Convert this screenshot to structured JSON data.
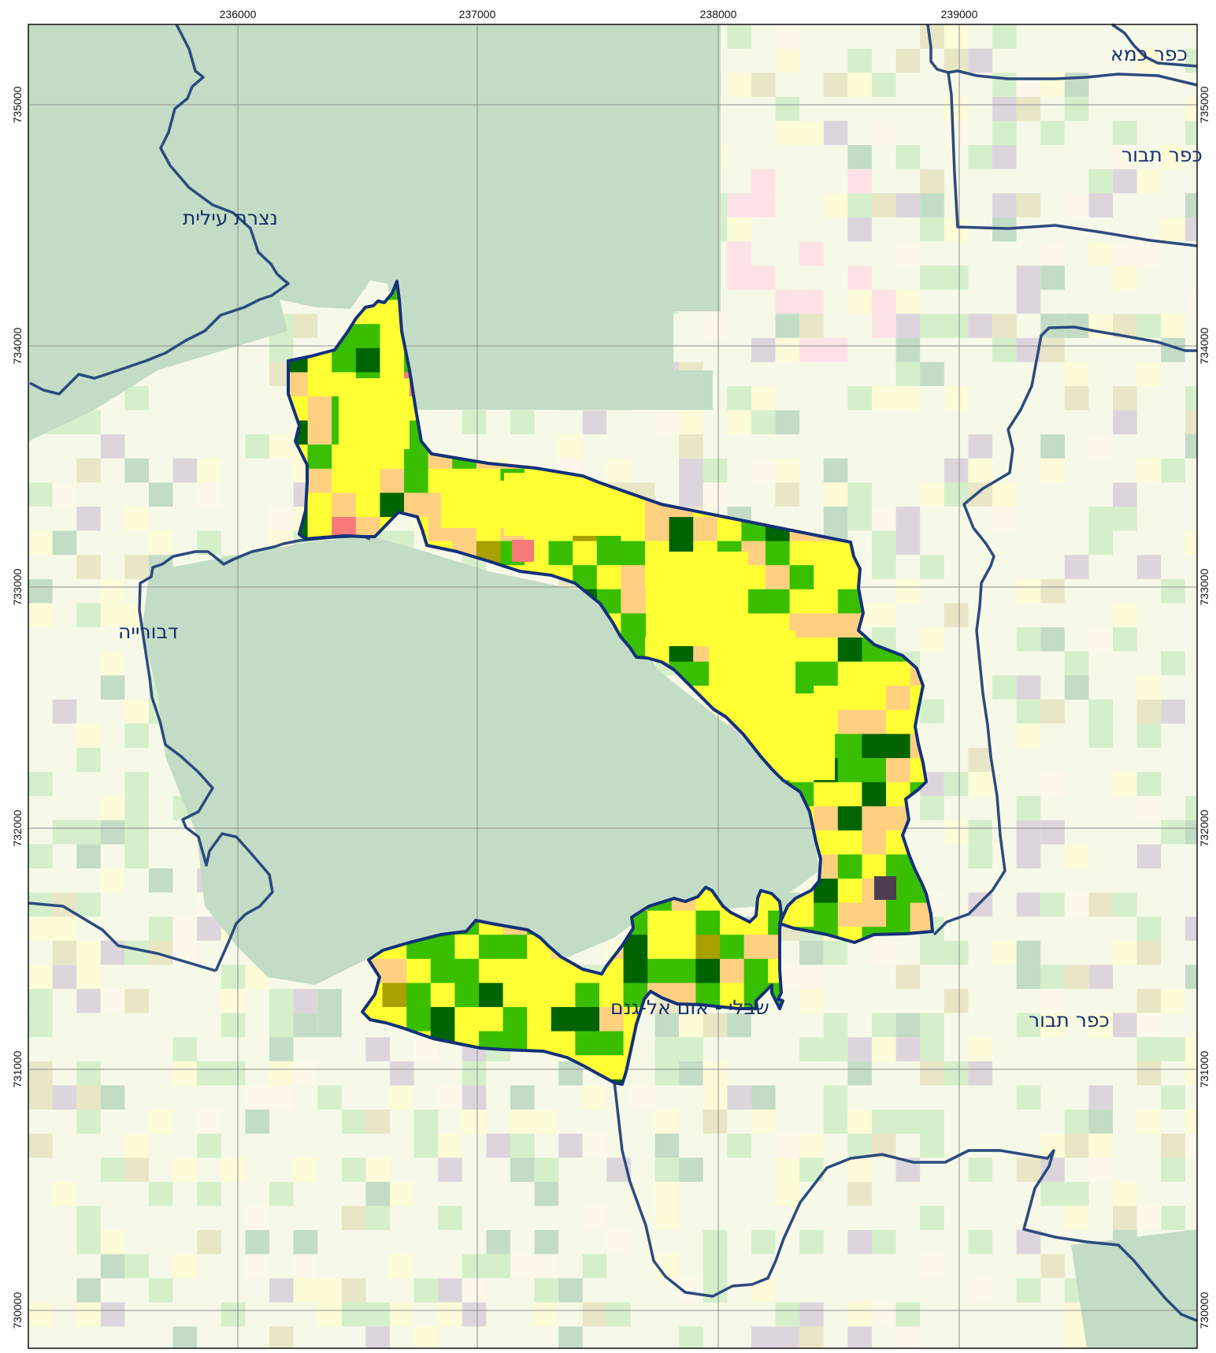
{
  "map": {
    "x_ticks": [
      "236000",
      "237000",
      "238000",
      "239000"
    ],
    "y_ticks": [
      "735000",
      "734000",
      "733000",
      "732000",
      "731000",
      "730000"
    ],
    "places": {
      "kfar_kama": "כפר כמא",
      "kfar_tavor_north": "כפר תבור",
      "kfar_tavor_south": "כפר תבור",
      "nazareth_illit": "נצרת עילית",
      "daburiyya": "דבורייה",
      "shibli": "שבלי - אום אל-גנם"
    }
  },
  "colors": {
    "background": "#f7f9e8",
    "built_area": "#c3dcc5",
    "light_green": "#d5efcb",
    "pale_yellow": "#fdfbd8",
    "pale_pink": "#fde3e6",
    "khaki": "#e8e6c5",
    "boundary": "#2c4a7e",
    "study_boundary": "#13317a",
    "dark_green": "#006400",
    "green": "#39bf00",
    "yellow": "#ffff33",
    "orange": "#ffd080",
    "olive": "#a8a000",
    "red": "#f87a7a",
    "purple": "#4e3c50",
    "label": "#17306b"
  }
}
